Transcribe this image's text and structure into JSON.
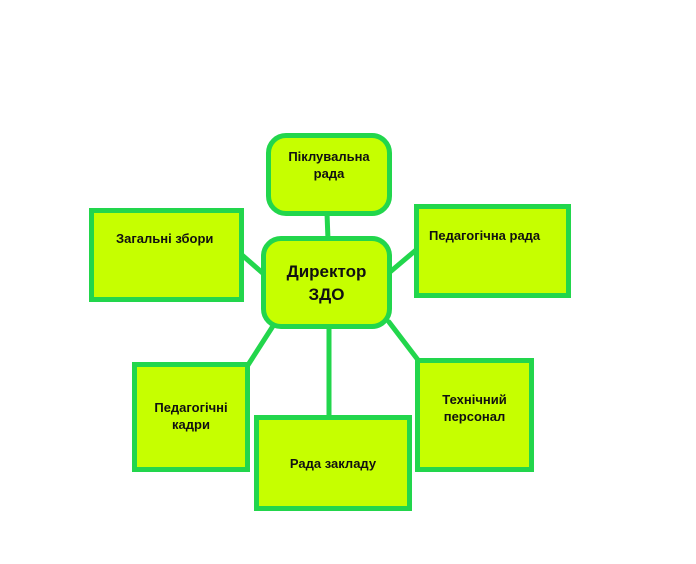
{
  "diagram": {
    "center": "Директор ЗДО",
    "nodes": {
      "board": "Піклувальна рада",
      "general": "Загальні збори",
      "pedagogical_council": "Педагогічна рада",
      "staff": "Педагогічні кадри",
      "institution_council": "Рада закладу",
      "technical": "Технічний персонал"
    }
  },
  "colors": {
    "fill": "#c6ff00",
    "border": "#22d64c",
    "connector": "#22d64c",
    "text": "#111111"
  }
}
